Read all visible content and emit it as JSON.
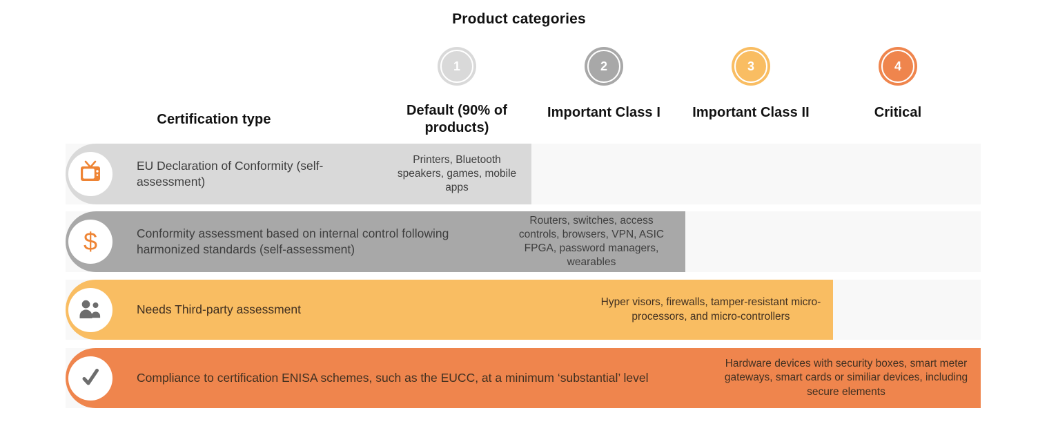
{
  "title": "Product categories",
  "header": {
    "certification_type": "Certification type"
  },
  "columns": [
    {
      "badge": "1",
      "label": "Default (90% of products)",
      "color": "#d9d9d9"
    },
    {
      "badge": "2",
      "label": "Important Class I",
      "color": "#a8a8a8"
    },
    {
      "badge": "3",
      "label": "Important Class II",
      "color": "#f9bd62"
    },
    {
      "badge": "4",
      "label": "Critical",
      "color": "#ef854d"
    }
  ],
  "rows": [
    {
      "icon": "tv-icon",
      "certification": "EU Declaration of Conformity (self-assessment)",
      "products": "Printers, Bluetooth speakers, games, mobile apps",
      "products_column": "Default (90% of products)",
      "color": "#d9d9d9"
    },
    {
      "icon": "dollar-icon",
      "certification": "Conformity assessment based on internal control following harmonized standards (self-assessment)",
      "products": "Routers, switches, access controls, browsers, VPN, ASIC FPGA, password managers, wearables",
      "products_column": "Important Class I",
      "color": "#a8a8a8"
    },
    {
      "icon": "people-icon",
      "certification": "Needs Third-party assessment",
      "products": "Hyper visors, firewalls, tamper-resistant micro-processors, and micro-controllers",
      "products_column": "Important Class II",
      "color": "#f9bd62"
    },
    {
      "icon": "check-icon",
      "certification": "Compliance to certification ENISA schemes, such as the EUCC, at a minimum ‘substantial’ level",
      "products": "Hardware devices with security boxes, smart meter gateways, smart cards or similiar devices, including secure elements",
      "products_column": "Critical",
      "color": "#ef854d"
    }
  ],
  "palette": {
    "row_strip_background": "#f8f8f8",
    "icon_orange": "#ee8434",
    "icon_gray": "#6d6d6d",
    "text_dark": "#3e3e3e",
    "text_on_orange": "#413021"
  }
}
